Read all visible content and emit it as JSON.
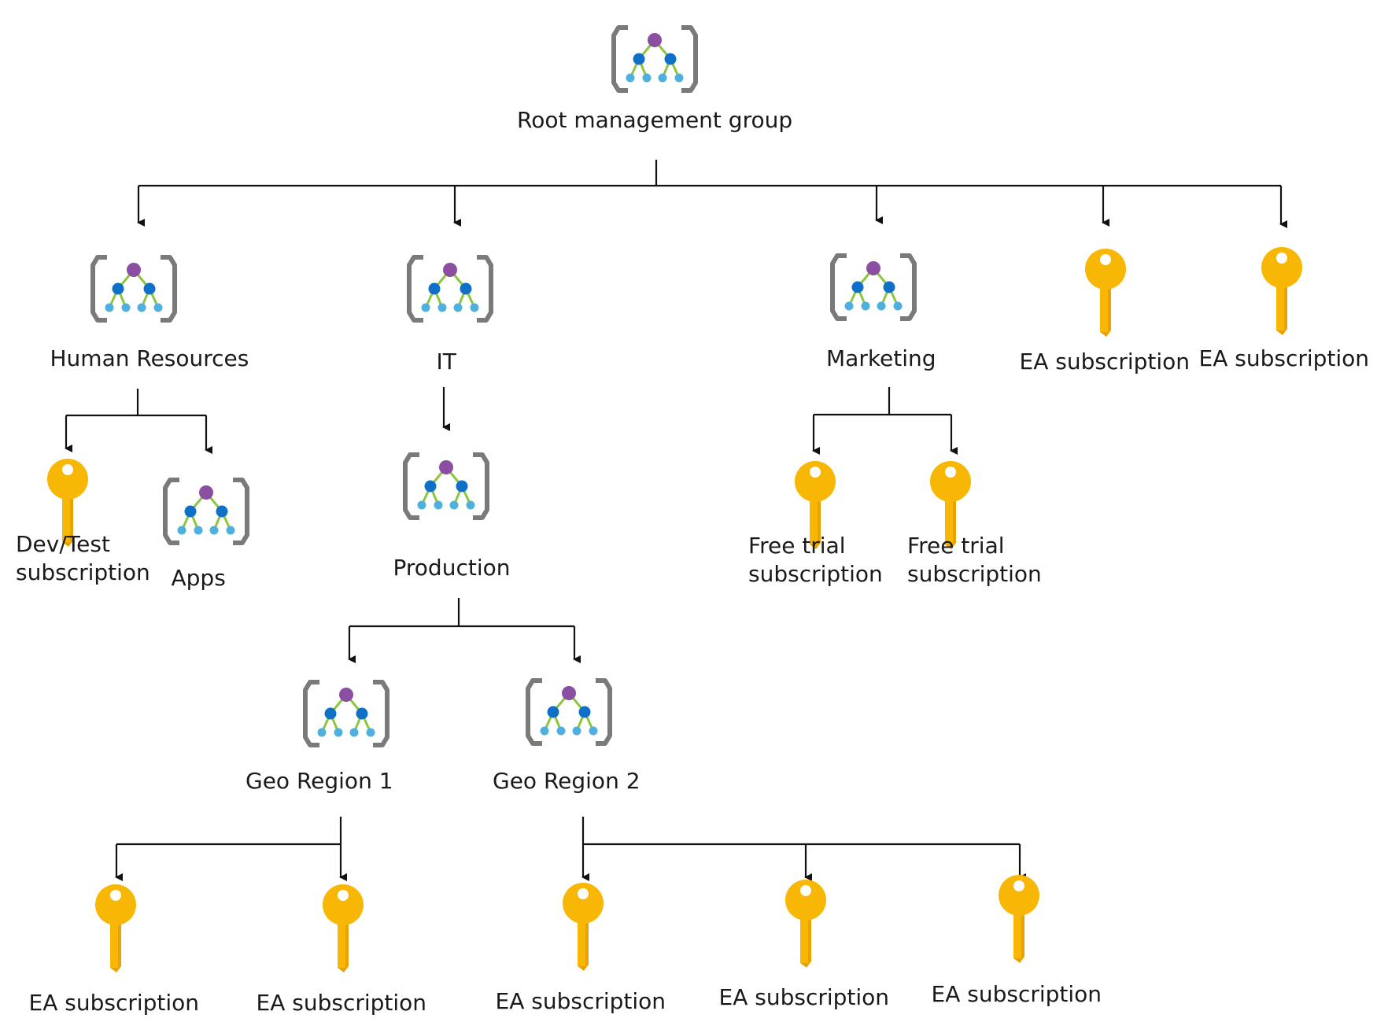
{
  "nodes": {
    "root": {
      "label": "Root management group",
      "kind": "management-group"
    },
    "hr": {
      "label": "Human Resources",
      "kind": "management-group"
    },
    "it": {
      "label": "IT",
      "kind": "management-group"
    },
    "marketing": {
      "label": "Marketing",
      "kind": "management-group"
    },
    "root_ea1": {
      "label": "EA subscription",
      "kind": "subscription"
    },
    "root_ea2": {
      "label": "EA subscription",
      "kind": "subscription"
    },
    "devtest": {
      "label": "Dev/Test\nsubscription",
      "kind": "subscription"
    },
    "apps": {
      "label": "Apps",
      "kind": "management-group"
    },
    "production": {
      "label": "Production",
      "kind": "management-group"
    },
    "free1": {
      "label": "Free trial\nsubscription",
      "kind": "subscription"
    },
    "free2": {
      "label": "Free trial\nsubscription",
      "kind": "subscription"
    },
    "geo1": {
      "label": "Geo Region 1",
      "kind": "management-group"
    },
    "geo2": {
      "label": "Geo Region 2",
      "kind": "management-group"
    },
    "geo1_ea1": {
      "label": "EA subscription",
      "kind": "subscription"
    },
    "geo1_ea2": {
      "label": "EA subscription",
      "kind": "subscription"
    },
    "geo2_ea1": {
      "label": "EA subscription",
      "kind": "subscription"
    },
    "geo2_ea2": {
      "label": "EA subscription",
      "kind": "subscription"
    },
    "geo2_ea3": {
      "label": "EA subscription",
      "kind": "subscription"
    }
  },
  "edges": [
    [
      "root",
      "hr"
    ],
    [
      "root",
      "it"
    ],
    [
      "root",
      "marketing"
    ],
    [
      "root",
      "root_ea1"
    ],
    [
      "root",
      "root_ea2"
    ],
    [
      "hr",
      "devtest"
    ],
    [
      "hr",
      "apps"
    ],
    [
      "it",
      "production"
    ],
    [
      "marketing",
      "free1"
    ],
    [
      "marketing",
      "free2"
    ],
    [
      "production",
      "geo1"
    ],
    [
      "production",
      "geo2"
    ],
    [
      "geo1",
      "geo1_ea1"
    ],
    [
      "geo1",
      "geo1_ea2"
    ],
    [
      "geo2",
      "geo2_ea1"
    ],
    [
      "geo2",
      "geo2_ea2"
    ],
    [
      "geo2",
      "geo2_ea3"
    ]
  ],
  "icons": {
    "management-group": "management-group-icon",
    "subscription": "key-icon"
  },
  "colors": {
    "key": "#f8b704",
    "key_dark": "#e9a300",
    "bracket": "#7a7a7a",
    "node_top": "#8a4fa0",
    "node_mid": "#1070c8",
    "node_leaf": "#4fb0e0",
    "branch": "#8cc63f",
    "line": "#111111",
    "text": "#1a1a1a"
  }
}
